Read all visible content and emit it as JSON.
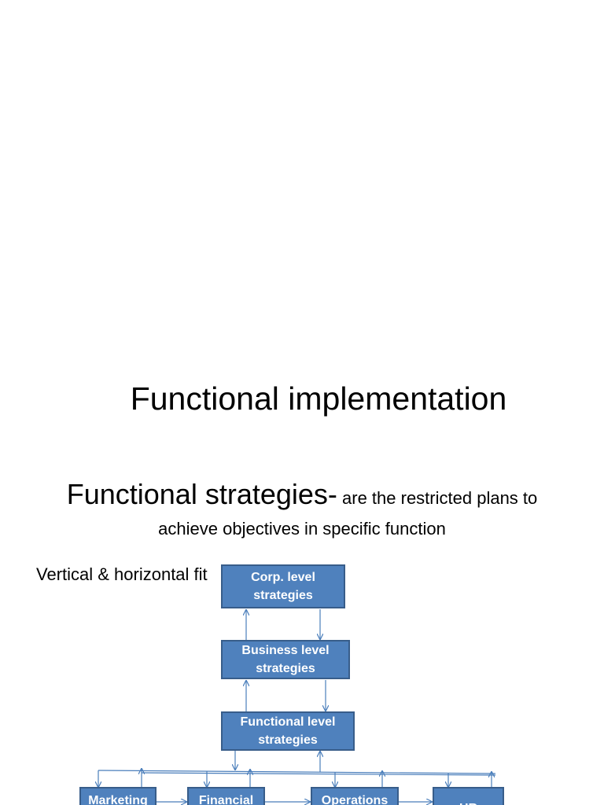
{
  "slide": {
    "title": "Functional implementation",
    "subtitle_lead": "Functional strategies-",
    "subtitle_rest": " are the restricted plans to",
    "subtitle_line2": "achieve objectives in specific function",
    "side_note": "Vertical & horizontal fit"
  },
  "diagram": {
    "colors": {
      "box_fill": "#4f81bd",
      "box_border": "#385d8a",
      "connector": "#4a7ebb",
      "box_text": "#ffffff"
    },
    "nodes": {
      "corp": "Corp. level strategies",
      "business": "Business level strategies",
      "functional": "Functional level strategies",
      "marketing": "Marketing",
      "financial": "Financial",
      "operations": "Operations",
      "hr": "HR"
    }
  }
}
